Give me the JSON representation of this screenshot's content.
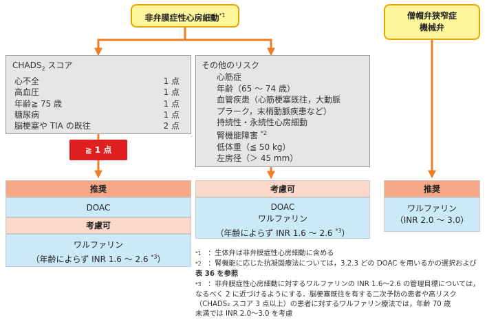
{
  "colors": {
    "arrow": "#ee7d23",
    "top_box": "#fff799",
    "top_border": "#e8a300",
    "risk_box": "#e6e6e6",
    "recommend_header": "#f6a886",
    "consider_header": "#fbd8ca",
    "drug_box": "#cce9f8",
    "threshold": "#e02020"
  },
  "top": {
    "nonvalvular": {
      "label": "非弁膜症性心房細動",
      "sup": "*1"
    },
    "mitral": {
      "line1": "僧帽弁狭窄症",
      "line2": "機械弁"
    }
  },
  "chads": {
    "title_pre": "CHADS",
    "title_sub": "2",
    "title_post": " スコア",
    "items": [
      {
        "label": "心不全",
        "points": "1 点"
      },
      {
        "label": "高血圧",
        "points": "1 点"
      },
      {
        "label": "年齢≧ 75 歳",
        "points": "1 点"
      },
      {
        "label": "糖尿病",
        "points": "1 点"
      },
      {
        "label": "脳梗塞や TIA の既往",
        "points": "2 点"
      }
    ],
    "threshold": "≧ 1 点"
  },
  "other_risks": {
    "title": "その他のリスク",
    "items": [
      "心筋症",
      "年齢（65 ～ 74 歳）",
      "血管疾患（心筋梗塞既往，大動脈",
      "プラーク，末梢動脈疾患など）",
      "持続性・永続性心房細動",
      "腎機能障害",
      "低体重（≦ 50 kg）",
      "左房径（＞ 45 mm）"
    ],
    "renal_sup": "*2"
  },
  "left_result": {
    "recommend": "推奨",
    "drug1": "DOAC",
    "consider": "考慮可",
    "drug2_line1": "ワルファリン",
    "drug2_line2": "（年齢によらず INR 1.6 ～ 2.6",
    "drug2_sup": "*3",
    "drug2_close": "）"
  },
  "mid_result": {
    "consider": "考慮可",
    "line1": "DOAC",
    "line2": "ワルファリン",
    "line3": "（年齢によらず INR 1.6 ～ 2.6",
    "sup": "*3",
    "close": "）"
  },
  "right_result": {
    "recommend": "推奨",
    "line1": "ワルファリン",
    "line2": "（INR 2.0 ～ 3.0）"
  },
  "footnotes": [
    {
      "mark": "*1",
      "lines": [
        "：生体弁は非弁膜症性心房細動に含める"
      ]
    },
    {
      "mark": "*2",
      "lines": [
        "：腎機能に応じた抗凝固療法については，3.2.3 どの DOAC を用いるかの選択および",
        "表 36 を参照"
      ]
    },
    {
      "mark": "*3",
      "lines": [
        "：非弁膜症性心房細動に対するワルファリンの INR 1.6～2.6 の管理目標については，",
        "なるべく 2 に近づけるようにする．脳梗塞既往を有する二次予防の患者や高リスク",
        "（CHADS₂ スコア 3 点以上）の患者に対するワルファリン療法では，年齢 70 歳",
        "未満では INR 2.0～3.0 を考慮"
      ]
    }
  ]
}
